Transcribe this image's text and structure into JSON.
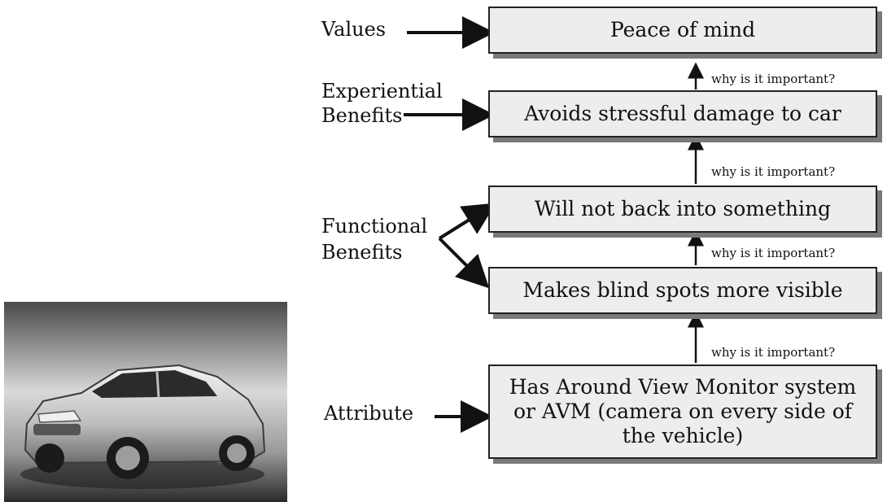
{
  "levels": {
    "values": "Values",
    "experiential": [
      "Experiential",
      "Benefits"
    ],
    "functional": [
      "Functional",
      "Benefits"
    ],
    "attribute": "Attribute"
  },
  "boxes": {
    "peace": "Peace of mind",
    "avoids": "Avoids stressful damage to car",
    "will_not": "Will not back into something",
    "blind_spots": "Makes blind spots more visible",
    "avm": [
      "Has Around View Monitor system",
      "or AVM (camera on every side of",
      "the vehicle)"
    ]
  },
  "why_label": "why is it important?",
  "colors": {
    "box_fill": "#ededed",
    "shadow": "#7a7a7a",
    "ink": "#111111"
  }
}
